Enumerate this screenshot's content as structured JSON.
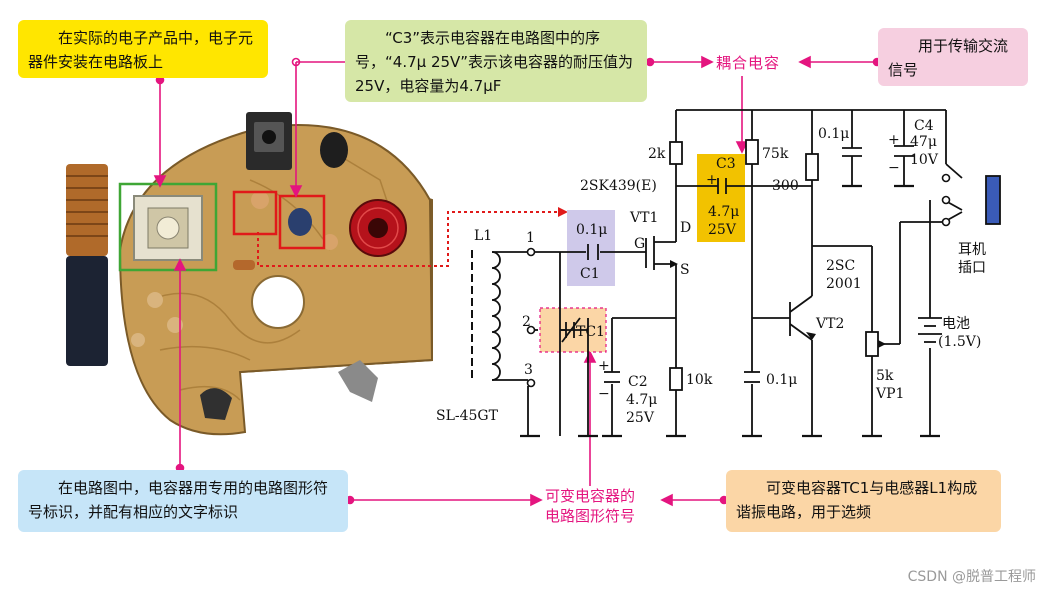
{
  "callouts": {
    "pcb": "在实际的电子产品中，电子元器件安装在电路板上",
    "c3_meaning": "“C3”表示电容器在电路图中的序号，“4.7μ 25V”表示该电容器的耐压值为25V，电容量为4.7μF",
    "transmit": "用于传输交流信号",
    "symbol": "在电路图中，电容器用专用的电路图形符号标识，并配有相应的文字标识",
    "resonance": "可变电容器TC1与电感器L1构成谐振电路，用于选频"
  },
  "labels": {
    "coupling": "耦合电容",
    "variable_line1": "可变电容器的",
    "variable_line2": "电路图形符号"
  },
  "circuit": {
    "L1": "L1",
    "n1": "1",
    "n2": "2",
    "n3": "3",
    "coil_model": "SL-45GT",
    "c1_val": "0.1μ",
    "c1_name": "C1",
    "tc1": "TC1",
    "c2_name": "C2",
    "c2_val": "4.7μ",
    "c2_volt": "25V",
    "vt1": "VT1",
    "g": "G",
    "d": "D",
    "s": "S",
    "r_2k": "2k",
    "r_10k": "10k",
    "fet": "2SK439(E)",
    "c3_name": "C3",
    "c3_val": "4.7μ",
    "c3_volt": "25V",
    "r_75k": "75k",
    "r_300": "300",
    "cap_01a": "0.1μ",
    "cap_01b": "0.1μ",
    "c4_name": "C4",
    "c4_val": "47μ",
    "c4_volt": "10V",
    "vt2_model1": "2SC",
    "vt2_model2": "2001",
    "vt2": "VT2",
    "vp1_val": "5k",
    "vp1": "VP1",
    "battery_name": "电池",
    "battery_volt": "(1.5V)",
    "earphone1": "耳机",
    "earphone2": "插口",
    "plus": "+",
    "minus": "−"
  },
  "colors": {
    "accent": "#e4157f",
    "c1_highlight": "#cfc9ea",
    "c3_highlight": "#f2c200",
    "tc1_highlight": "#fbd6a6"
  },
  "watermark": "CSDN @脱普工程师"
}
